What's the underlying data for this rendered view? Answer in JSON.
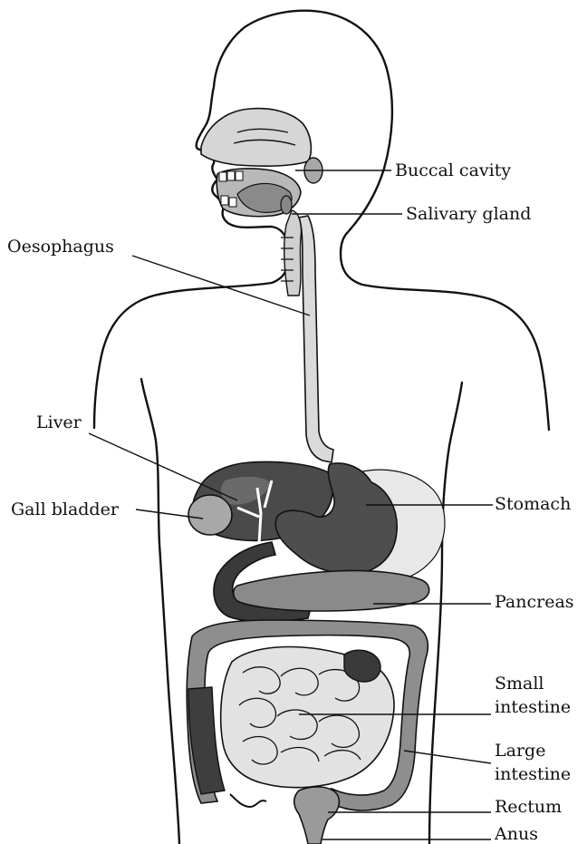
{
  "labels": {
    "buccal_cavity": "Buccal cavity",
    "salivary_gland": "Salivary gland",
    "oesophagus": "Oesophagus",
    "liver": "Liver",
    "gall_bladder": "Gall bladder",
    "stomach": "Stomach",
    "pancreas": "Pancreas",
    "small_intestine_1": "Small",
    "small_intestine_2": "intestine",
    "large_intestine_1": "Large",
    "large_intestine_2": "intestine",
    "rectum": "Rectum",
    "anus": "Anus"
  },
  "colors": {
    "dark_organ": "#3a3a3a",
    "mid_organ": "#7d7d7d",
    "light_organ": "#c4c4c4",
    "pale_organ": "#e6e6e6"
  }
}
